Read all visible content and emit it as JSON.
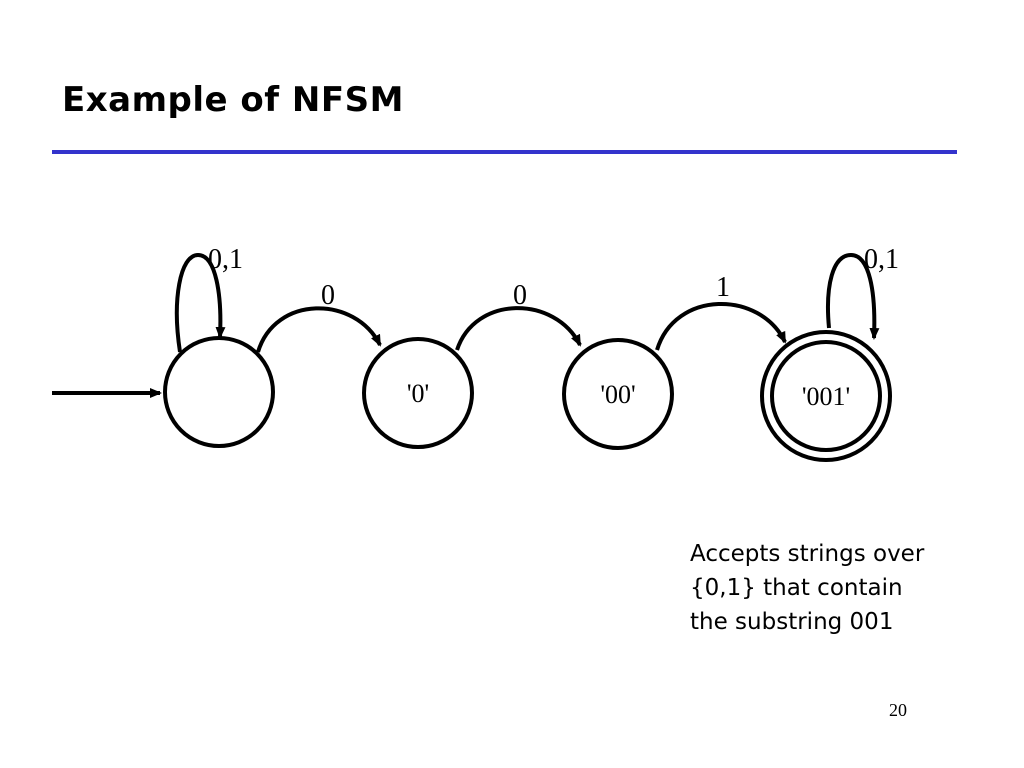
{
  "slide": {
    "title": "Example of NFSM",
    "page_number": "20",
    "rule_color": "#3333cc"
  },
  "diagram": {
    "states": [
      {
        "id": "start",
        "label": "",
        "accepting": false,
        "initial": true
      },
      {
        "id": "s0",
        "label": "'0'",
        "accepting": false,
        "initial": false
      },
      {
        "id": "s00",
        "label": "'00'",
        "accepting": false,
        "initial": false
      },
      {
        "id": "s001",
        "label": "'001'",
        "accepting": true,
        "initial": false
      }
    ],
    "transitions": [
      {
        "from": "start",
        "to": "start",
        "label": "0,1"
      },
      {
        "from": "start",
        "to": "s0",
        "label": "0"
      },
      {
        "from": "s0",
        "to": "s00",
        "label": "0"
      },
      {
        "from": "s00",
        "to": "s001",
        "label": "1"
      },
      {
        "from": "s001",
        "to": "s001",
        "label": "0,1"
      }
    ]
  },
  "note": {
    "lines": [
      "Accepts strings over",
      "{0,1} that contain",
      "the substring 001"
    ]
  }
}
